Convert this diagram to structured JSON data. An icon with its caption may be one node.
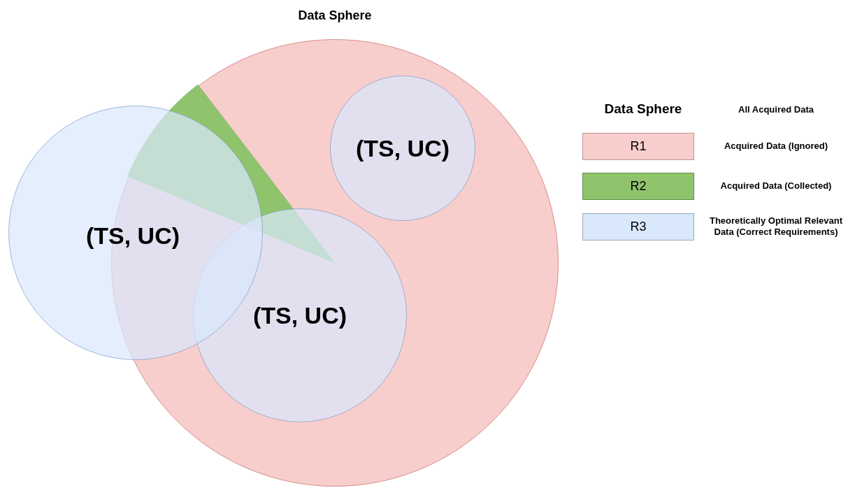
{
  "diagram": {
    "nodes": [
      {
        "text": [
          "Data Sphere"
        ]
      },
      {
        "text": [],
        "shape": "wedge",
        "in": 0
      },
      {
        "text": [
          "(TS, UC)"
        ],
        "in": 0
      },
      {
        "text": [
          "(TS, UC)"
        ],
        "in": 0
      },
      {
        "text": [
          "(TS, UC)"
        ]
      }
    ],
    "edges": [],
    "labels": [
      "Data Sphere",
      "All Acquired Data",
      "R1",
      "R2",
      "R3"
    ],
    "legend": [
      {
        "text": "Acquired Data (Ignored)",
        "color": "#f8cecc"
      },
      {
        "text": "Acquired Data (Collected)",
        "color": "#8fc46c"
      },
      {
        "text": "Theoretically Optimal Relevant Data (Correct Requirements)",
        "color": "#dae8fc"
      }
    ]
  }
}
